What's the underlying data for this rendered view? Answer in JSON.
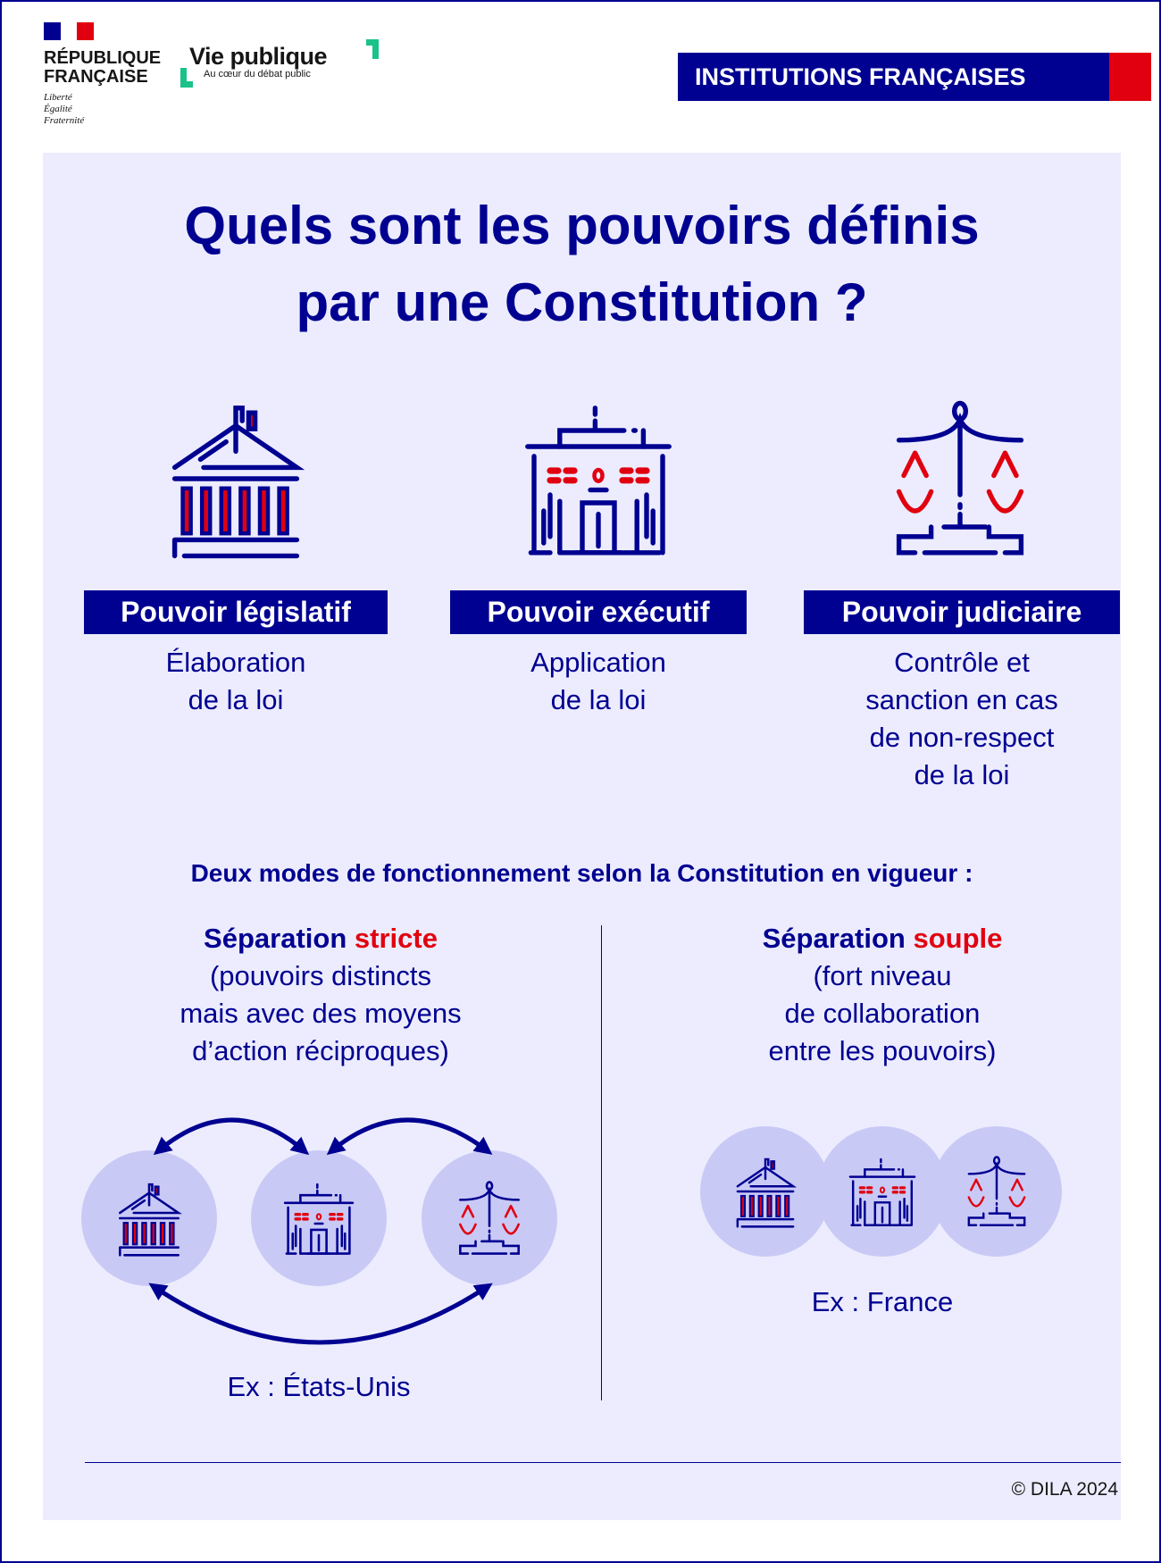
{
  "header": {
    "rf_line1": "RÉPUBLIQUE",
    "rf_line2": "FRANÇAISE",
    "devise": [
      "Liberté",
      "Égalité",
      "Fraternité"
    ],
    "brand_title": "Vie publique",
    "brand_subtitle": "Au cœur du débat public",
    "category": "INSTITUTIONS FRANÇAISES"
  },
  "title": {
    "line1": "Quels sont les pouvoirs définis",
    "line2": "par une Constitution ?"
  },
  "powers": [
    {
      "label": "Pouvoir législatif",
      "desc": [
        "Élaboration",
        "de la loi"
      ],
      "icon": "parliament-icon"
    },
    {
      "label": "Pouvoir exécutif",
      "desc": [
        "Application",
        "de la loi"
      ],
      "icon": "government-building-icon"
    },
    {
      "label": "Pouvoir judiciaire",
      "desc": [
        "Contrôle et",
        "sanction en cas",
        "de non-respect",
        "de la loi"
      ],
      "icon": "scales-icon"
    }
  ],
  "modes": {
    "heading": "Deux modes de fonctionnement selon la Constitution en vigueur :",
    "strict": {
      "prefix": "Séparation",
      "keyword": "stricte",
      "lines": [
        "(pouvoirs distincts",
        "mais avec des moyens",
        "d’action réciproques)"
      ],
      "example": "Ex : États-Unis"
    },
    "souple": {
      "prefix": "Séparation",
      "keyword": "souple",
      "lines": [
        "(fort niveau",
        "de collaboration",
        "entre les pouvoirs)"
      ],
      "example": "Ex : France"
    }
  },
  "footer": {
    "copyright": "© DILA 2024"
  },
  "colors": {
    "navy": "#000091",
    "red": "#e1000f",
    "panel": "#ececfe",
    "circle": "#c9c9f6",
    "green": "#1ac28a"
  }
}
